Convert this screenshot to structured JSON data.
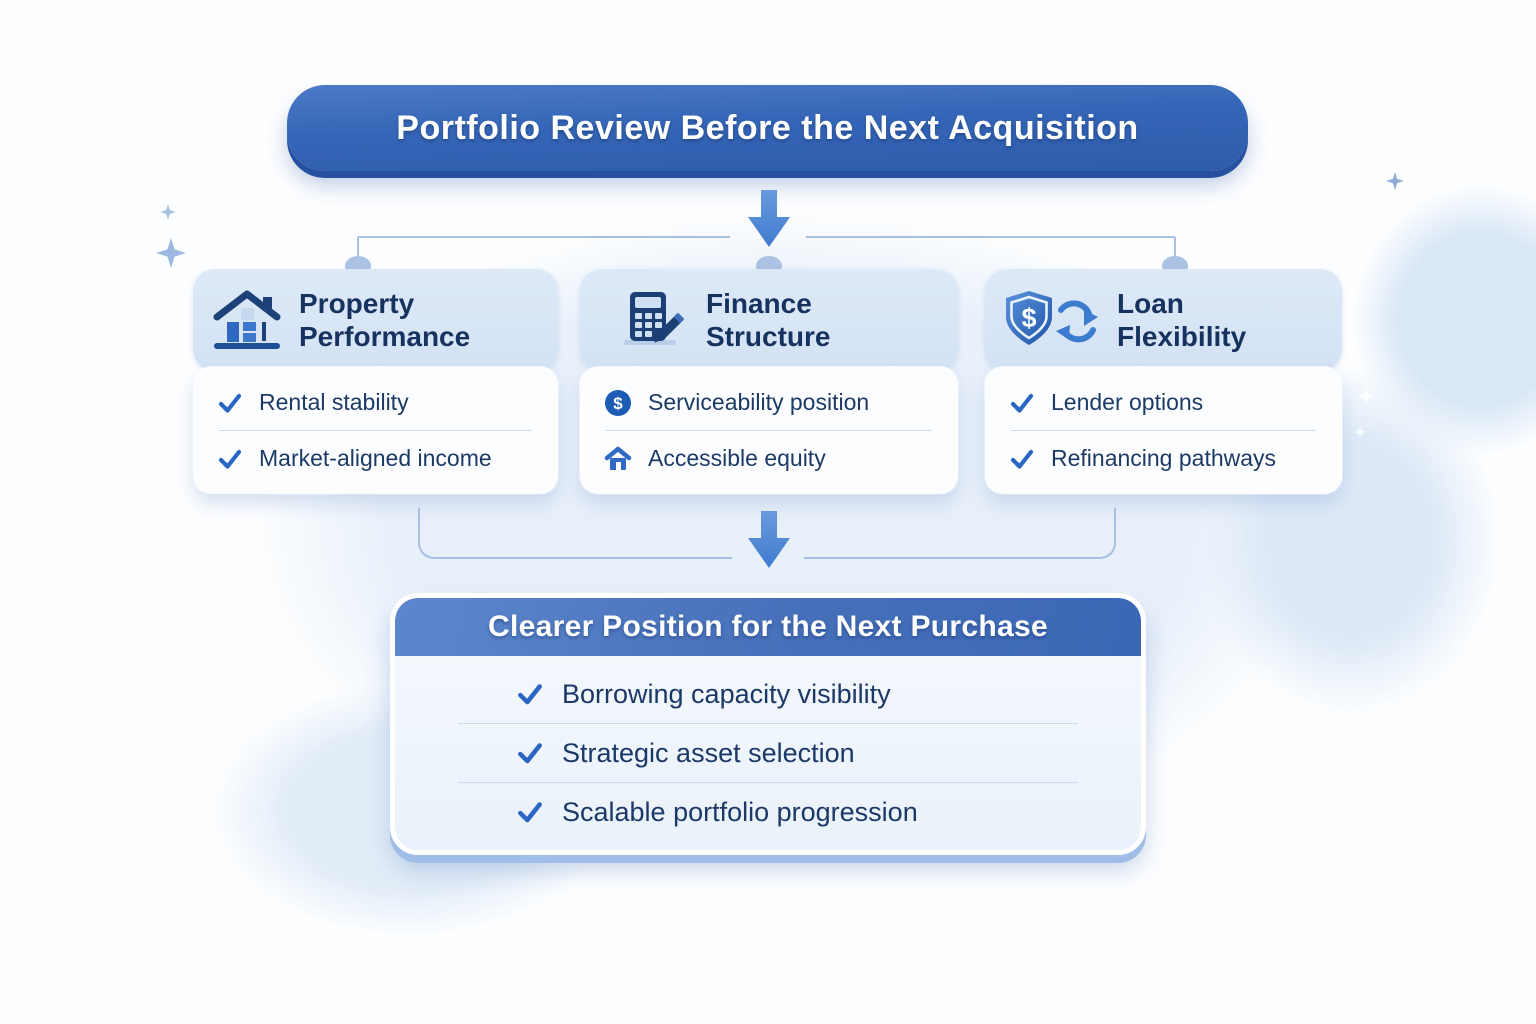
{
  "title_banner": {
    "label": "Portfolio Review Before the Next Acquisition"
  },
  "cards": [
    {
      "icon": "house-icon",
      "title_line1": "Property",
      "title_line2": "Performance",
      "items": [
        {
          "icon": "check-icon",
          "label": "Rental stability"
        },
        {
          "icon": "check-icon",
          "label": "Market-aligned income"
        }
      ]
    },
    {
      "icon": "calculator-pencil-icon",
      "title_line1": "Finance",
      "title_line2": "Structure",
      "items": [
        {
          "icon": "dollar-circle-icon",
          "label": "Serviceability position"
        },
        {
          "icon": "house-small-icon",
          "label": "Accessible equity"
        }
      ]
    },
    {
      "icon": "shield-dollar-refresh-icon",
      "title_line1": "Loan",
      "title_line2": "Flexibility",
      "items": [
        {
          "icon": "check-icon",
          "label": "Lender options"
        },
        {
          "icon": "check-icon",
          "label": "Refinancing pathways"
        }
      ]
    }
  ],
  "result_box": {
    "title": "Clearer Position for the Next Purchase",
    "items": [
      {
        "icon": "check-icon",
        "label": "Borrowing capacity visibility"
      },
      {
        "icon": "check-icon",
        "label": "Strategic asset selection"
      },
      {
        "icon": "check-icon",
        "label": "Scalable portfolio progression"
      }
    ]
  },
  "colors": {
    "banner_blue": "#2f5cad",
    "banner_blue_light": "#4b7ac8",
    "card_header_blue": "#d9e6f5",
    "text_navy": "#16325f",
    "check_blue": "#2a66c2",
    "connector_blue": "#a7c0e3",
    "arrow_blue": "#4c84d4",
    "result_header_blue": "#3a68b6"
  }
}
